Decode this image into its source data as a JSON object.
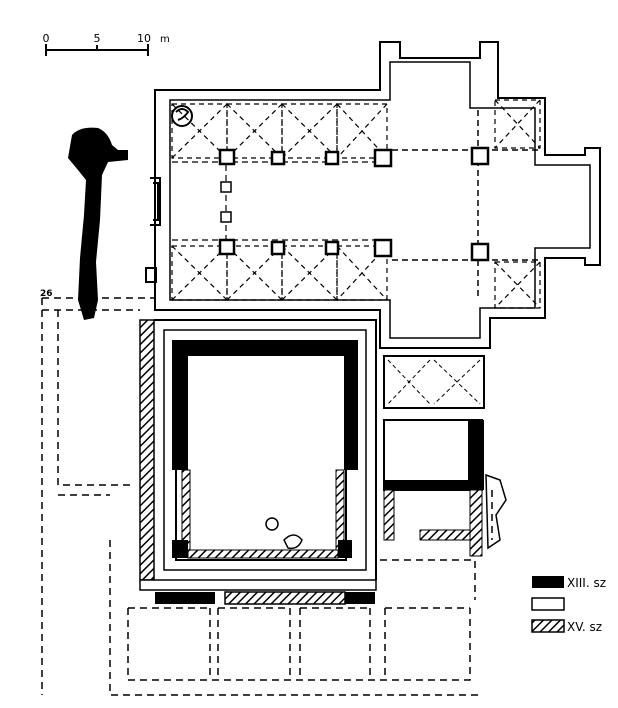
{
  "scale_bar": {
    "ticks": [
      "0",
      "5",
      "10"
    ],
    "unit": "m"
  },
  "legend": [
    {
      "label": "XIII. sz",
      "pattern": "solid"
    },
    {
      "label": "",
      "pattern": "outline"
    },
    {
      "label": "XV. sz",
      "pattern": "hatched"
    }
  ],
  "marker_label": "26",
  "colors": {
    "ink": "#000000",
    "paper": "#ffffff"
  }
}
